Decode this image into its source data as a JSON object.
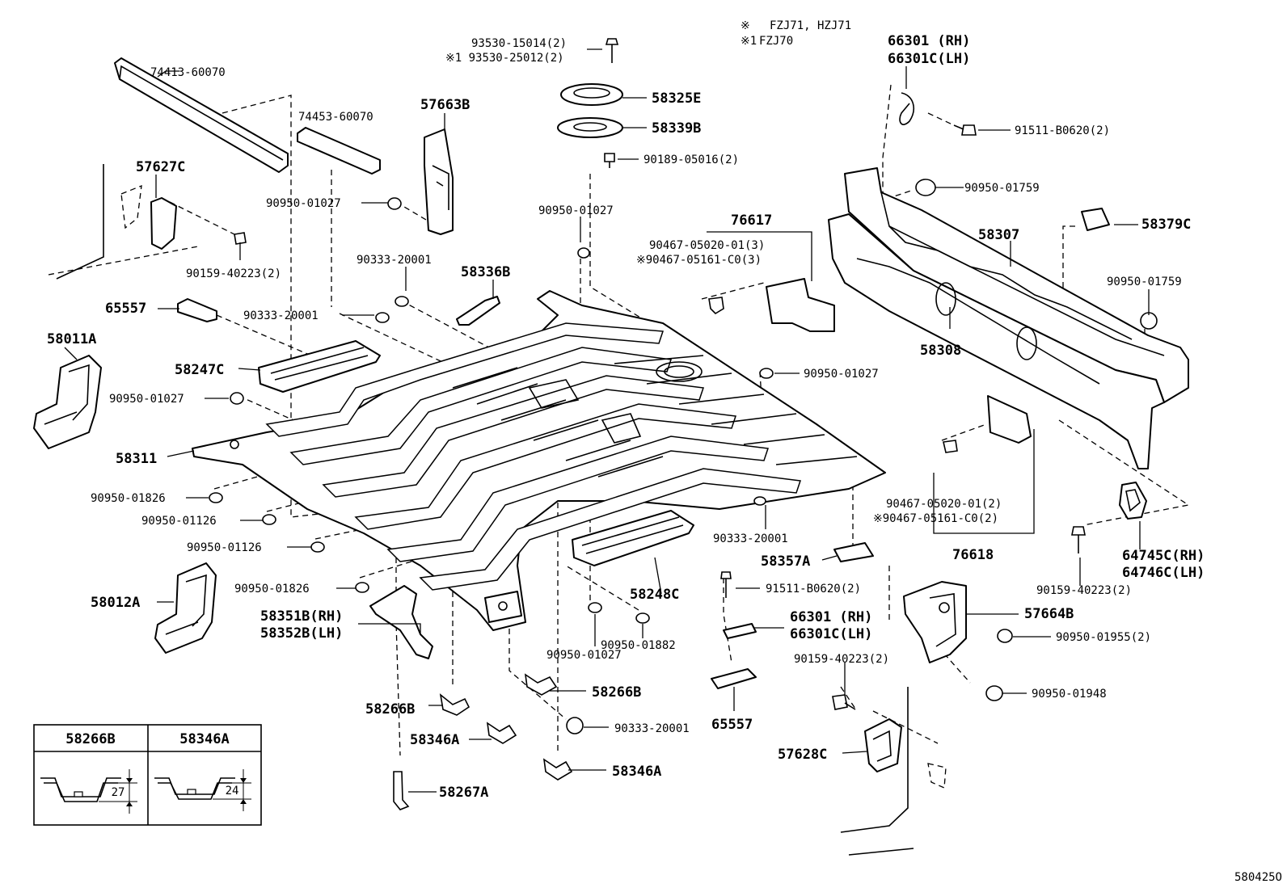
{
  "diagram_code": "580425O",
  "notes": [
    {
      "symbol": "※",
      "text": "FZJ71, HZJ71"
    },
    {
      "symbol": "※1",
      "text": "FZJ70"
    }
  ],
  "labels": {
    "p74413": "74413-60070",
    "p74453": "74453-60070",
    "p57663B": "57663B",
    "p93530a": "93530-15014(2)",
    "p93530b": "※1 93530-25012(2)",
    "p58325E": "58325E",
    "p58339B": "58339B",
    "p90189": "90189-05016(2)",
    "p66301top_rh": "66301 (RH)",
    "p66301top_lh": "66301C(LH)",
    "p91511top": "91511-B0620(2)",
    "p57627C": "57627C",
    "p90950_01027_a": "90950-01027",
    "p90159_a": "90159-40223(2)",
    "p90950_01027_b": "90950-01027",
    "p76617": "76617",
    "p90467_a1": "90467-05020-01(3)",
    "p90467_a2": "※90467-05161-C0(3)",
    "p90950_01759_a": "90950-01759",
    "p58307": "58307",
    "p58379C": "58379C",
    "p90333_a": "90333-20001",
    "p58336B": "58336B",
    "p65557_a": "65557",
    "p90333_b": "90333-20001",
    "p58011A": "58011A",
    "p58247C": "58247C",
    "p90950_01027_c": "90950-01027",
    "p90950_01759_b": "90950-01759",
    "p58308": "58308",
    "p90950_01027_d": "90950-01027",
    "p58311": "58311",
    "p90950_01826_a": "90950-01826",
    "p90950_01126_a": "90950-01126",
    "p90950_01126_b": "90950-01126",
    "p90333_c": "90333-20001",
    "p90467_b1": "90467-05020-01(2)",
    "p90467_b2": "※90467-05161-C0(2)",
    "p76618": "76618",
    "p58357A": "58357A",
    "p64745C": "64745C(RH)",
    "p64746C": "64746C(LH)",
    "p90159_b": "90159-40223(2)",
    "p58012A": "58012A",
    "p90950_01826_b": "90950-01826",
    "p91511mid": "91511-B0620(2)",
    "p58248C": "58248C",
    "p57664B": "57664B",
    "p58351B": "58351B(RH)",
    "p58352B": "58352B(LH)",
    "p66301mid_rh": "66301 (RH)",
    "p66301mid_lh": "66301C(LH)",
    "p90950_01955": "90950-01955(2)",
    "p90950_01027_e": "90950-01027",
    "p90950_01882": "90950-01882",
    "p90159_c": "90159-40223(2)",
    "p90950_01948": "90950-01948",
    "p58266B_a": "58266B",
    "p58266B_b": "58266B",
    "p90333_d": "90333-20001",
    "p65557_b": "65557",
    "p58346A_a": "58346A",
    "p57628C": "57628C",
    "p58346A_b": "58346A",
    "p58267A": "58267A"
  },
  "inset": {
    "headers": [
      "58266B",
      "58346A"
    ],
    "dimensions": [
      "27",
      "24"
    ]
  }
}
